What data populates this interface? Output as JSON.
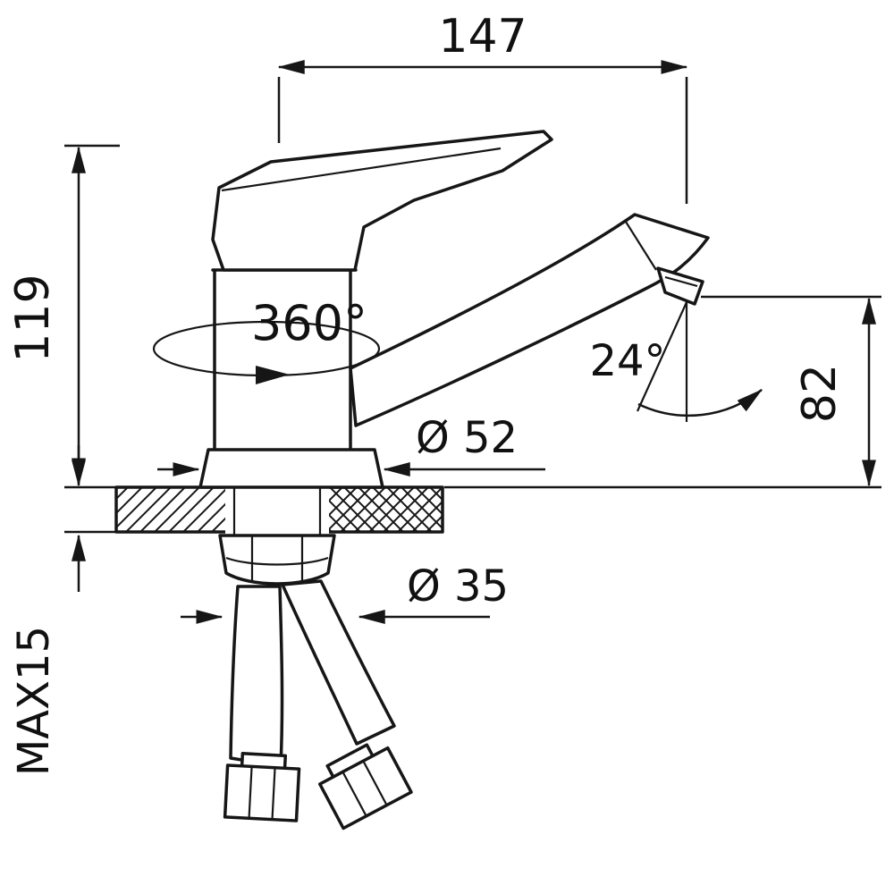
{
  "drawing": {
    "dims": {
      "spout_reach": "147",
      "body_height": "119",
      "handle_rotation": "360°",
      "spout_angle": "24°",
      "outlet_height": "82",
      "base_diameter": "Ø 52",
      "shank_diameter": "Ø 35",
      "max_mount_thickness": "MAX15"
    },
    "colors": {
      "line": "#161616",
      "background": "#ffffff"
    }
  }
}
